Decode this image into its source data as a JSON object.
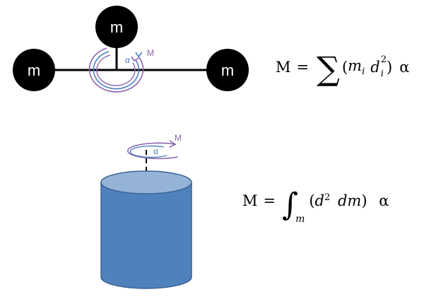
{
  "diagram": {
    "mass_label": "m",
    "moment_label": "M",
    "alpha_label": "α",
    "colors": {
      "mass_fill": "#000000",
      "rod": "#000000",
      "arc_blue": "#4a7fbf",
      "arc_purple": "#8a66b0",
      "cylinder_body": "#4f81bd",
      "cylinder_top": "#95b3d7",
      "cylinder_edge": "#3a6395"
    }
  },
  "equation_discrete": {
    "lhs": "M",
    "eq": "=",
    "sum": "∑",
    "open": "(",
    "m": "m",
    "m_sub": "i",
    "d": "d",
    "d_sub": "i",
    "d_sup": "2",
    "close": ")",
    "alpha": "α"
  },
  "equation_continuous": {
    "lhs": "M",
    "eq": "=",
    "integral": "∫",
    "lower": "m",
    "open": "(",
    "d": "d",
    "d_sup": "2",
    "dm": "dm",
    "close": ")",
    "alpha": "α"
  }
}
